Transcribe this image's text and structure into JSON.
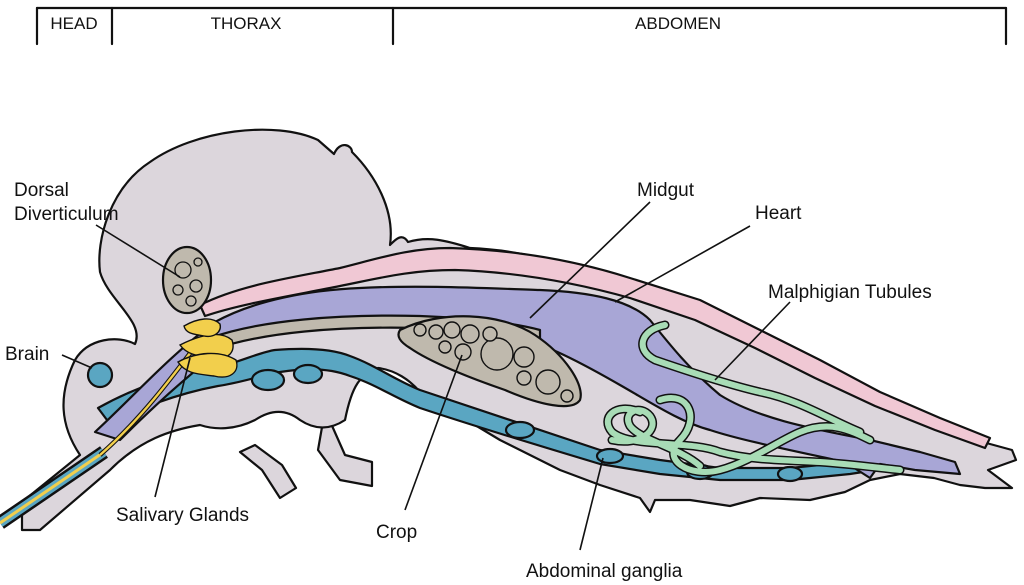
{
  "segments": {
    "head": "HEAD",
    "thorax": "THORAX",
    "abdomen": "ABDOMEN"
  },
  "labels": {
    "dorsal_diverticulum_line1": "Dorsal",
    "dorsal_diverticulum_line2": "Diverticulum",
    "brain": "Brain",
    "salivary_glands": "Salivary Glands",
    "crop": "Crop",
    "midgut": "Midgut",
    "heart": "Heart",
    "malphigian_tubules": "Malphigian Tubules",
    "abdominal_ganglia": "Abdominal ganglia"
  },
  "colors": {
    "body": "#dcd6dc",
    "midgut": "#a8a6d6",
    "heart": "#f0c8d4",
    "nerve": "#5aa6c2",
    "crop": "#bfb9ad",
    "salivary": "#f2cf4c",
    "tubules": "#a8dcb6",
    "outline": "#111111"
  }
}
